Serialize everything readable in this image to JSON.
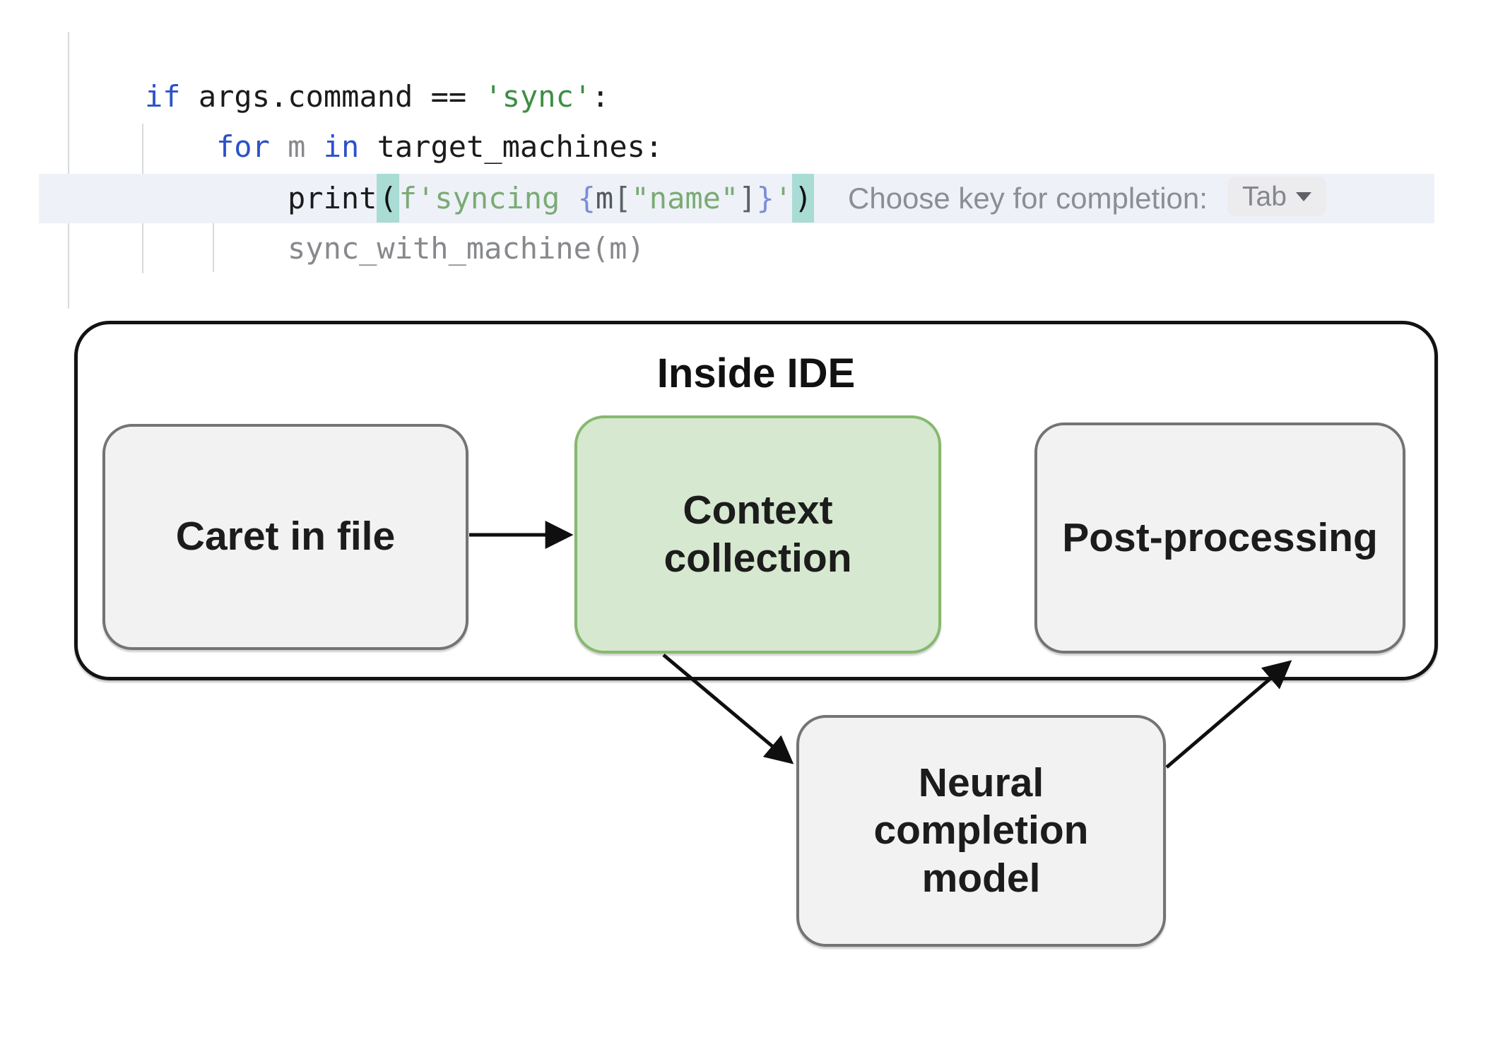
{
  "editor": {
    "lines": [
      {
        "tokens": [
          {
            "t": "if",
            "c": "kw"
          },
          {
            "t": " args.command == ",
            "c": "pl"
          },
          {
            "t": "'sync'",
            "c": "str"
          },
          {
            "t": ":",
            "c": "pl"
          }
        ]
      },
      {
        "tokens": [
          {
            "t": "for",
            "c": "kw"
          },
          {
            "t": " ",
            "c": "pl"
          },
          {
            "t": "m",
            "c": "muted"
          },
          {
            "t": " ",
            "c": "pl"
          },
          {
            "t": "in",
            "c": "kw"
          },
          {
            "t": " target_machines:",
            "c": "pl"
          }
        ]
      },
      {
        "tokens": [
          {
            "t": "print",
            "c": "pl"
          },
          {
            "t": "(",
            "c": "paren"
          },
          {
            "t": "f'syncing ",
            "c": "strsoft"
          },
          {
            "t": "{",
            "c": "brace"
          },
          {
            "t": "m",
            "c": "var"
          },
          {
            "t": "[",
            "c": "bracket"
          },
          {
            "t": "\"name\"",
            "c": "strsoft"
          },
          {
            "t": "]",
            "c": "bracket"
          },
          {
            "t": "}",
            "c": "brace"
          },
          {
            "t": "'",
            "c": "strsoft"
          },
          {
            "t": ")",
            "c": "paren"
          }
        ]
      },
      {
        "tokens": [
          {
            "t": "sync_with_machine(m)",
            "c": "muted"
          }
        ]
      }
    ],
    "completion_hint": {
      "label": "Choose key for completion:",
      "key_button": "Tab"
    },
    "palette": {
      "keyword": "#2b52c8",
      "string": "#3c8f43",
      "string_suggestion": "#7aab74",
      "fstring_brace": "#7b8fd9",
      "bracket": "#5c6166",
      "plain_text": "#1b1b1d",
      "muted_text": "#87898c",
      "current_line_background": "#eef1f8",
      "matched_paren_background": "#a8dcd4",
      "indent_guide": "#d9dade",
      "hint_text": "#8b8e96",
      "key_button_background": "#ececef",
      "key_button_text": "#85878c"
    }
  },
  "diagram": {
    "container_label": "Inside IDE",
    "nodes": [
      {
        "id": "caret-in-file",
        "label": "Caret in file",
        "fill": "#f2f2f3",
        "border": "#747474"
      },
      {
        "id": "context-collection",
        "label": "Context collection",
        "fill": "#d6e8cf",
        "border": "#86b96f"
      },
      {
        "id": "post-processing",
        "label": "Post-processing",
        "fill": "#f2f2f3",
        "border": "#747474"
      },
      {
        "id": "neural-completion-model",
        "label": "Neural completion model",
        "fill": "#f2f2f3",
        "border": "#747474"
      }
    ],
    "edges": [
      {
        "from": "caret-in-file",
        "to": "context-collection"
      },
      {
        "from": "context-collection",
        "to": "neural-completion-model"
      },
      {
        "from": "neural-completion-model",
        "to": "post-processing"
      }
    ],
    "container_border_color": "#131313",
    "arrow_color": "#0f0f0f"
  }
}
